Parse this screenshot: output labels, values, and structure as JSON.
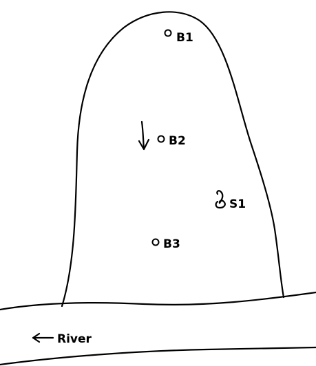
{
  "boreholes": [
    {
      "id": "b1",
      "label": "B1"
    },
    {
      "id": "b2",
      "label": "B2"
    },
    {
      "id": "b3",
      "label": "B3"
    }
  ],
  "spring": {
    "label": "S1"
  },
  "river": {
    "label": "River"
  },
  "colors": {
    "line": "#000000",
    "background": "#ffffff"
  }
}
